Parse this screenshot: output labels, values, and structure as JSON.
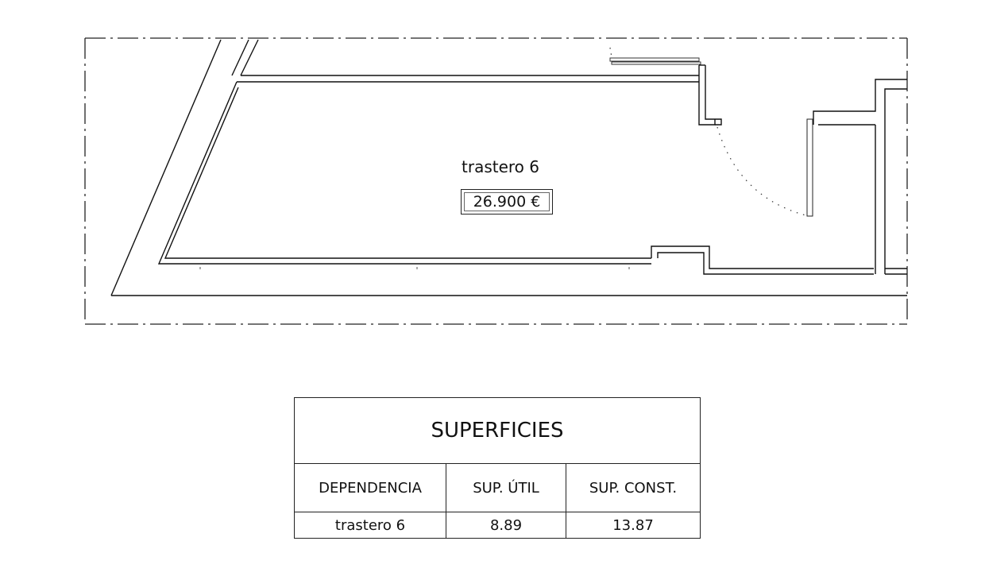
{
  "plan": {
    "room_name": "trastero 6",
    "price": "26.900 €"
  },
  "surfaces_table": {
    "title": "SUPERFICIES",
    "headers": [
      "DEPENDENCIA",
      "SUP. ÚTIL",
      "SUP. CONST."
    ],
    "rows": [
      [
        "trastero 6",
        "8.89",
        "13.87"
      ]
    ]
  }
}
